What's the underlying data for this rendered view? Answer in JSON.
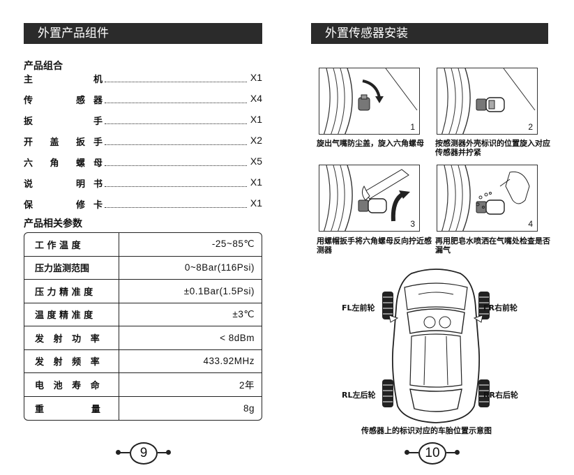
{
  "left_page": {
    "banner": "外置产品组件",
    "combo_title": "产品组合",
    "combo_items": [
      {
        "name": [
          "主",
          "机"
        ],
        "qty": "X1"
      },
      {
        "name": [
          "传",
          "感",
          "器"
        ],
        "qty": "X4"
      },
      {
        "name": [
          "扳",
          "手"
        ],
        "qty": "X1"
      },
      {
        "name": [
          "开",
          "盖",
          "扳",
          "手"
        ],
        "qty": "X2"
      },
      {
        "name": [
          "六",
          "角",
          "螺",
          "母"
        ],
        "qty": "X5"
      },
      {
        "name": [
          "说",
          "明",
          "书"
        ],
        "qty": "X1"
      },
      {
        "name": [
          "保",
          "修",
          "卡"
        ],
        "qty": "X1"
      }
    ],
    "params_title": "产品相关参数",
    "params": [
      {
        "label": "工 作 温 度",
        "value": "-25~85℃"
      },
      {
        "label": "压力监测范围",
        "value": "0~8Bar(116Psi)"
      },
      {
        "label": "压 力 精 准 度",
        "value": "±0.1Bar(1.5Psi)"
      },
      {
        "label": "温 度 精 准 度",
        "value": "±3℃"
      },
      {
        "label": "发   射   功   率",
        "value": "< 8dBm"
      },
      {
        "label": "发   射   频   率",
        "value": "433.92MHz"
      },
      {
        "label": "电   池   寿   命",
        "value": "2年"
      },
      {
        "label": "重               量",
        "value": "8g"
      }
    ],
    "page_number": "9"
  },
  "right_page": {
    "banner": "外置传感器安装",
    "steps": [
      {
        "number": "1",
        "caption": "旋出气嘴防尘盖，旋入六角螺母"
      },
      {
        "number": "2",
        "caption": "按感测器外壳标识的位置旋入对应传感器并拧紧"
      },
      {
        "number": "3",
        "caption": "用螺帽扳手将六角螺母反向拧近感测器"
      },
      {
        "number": "4",
        "caption": "再用肥皂水喷洒在气嘴处检查是否漏气"
      }
    ],
    "wheels": {
      "fl": "FL左前轮",
      "fr": "FR右前轮",
      "rl": "RL左后轮",
      "rr": "RR右后轮"
    },
    "diagram_caption": "传感器上的标识对应的车胎位置示意图",
    "page_number": "10"
  }
}
